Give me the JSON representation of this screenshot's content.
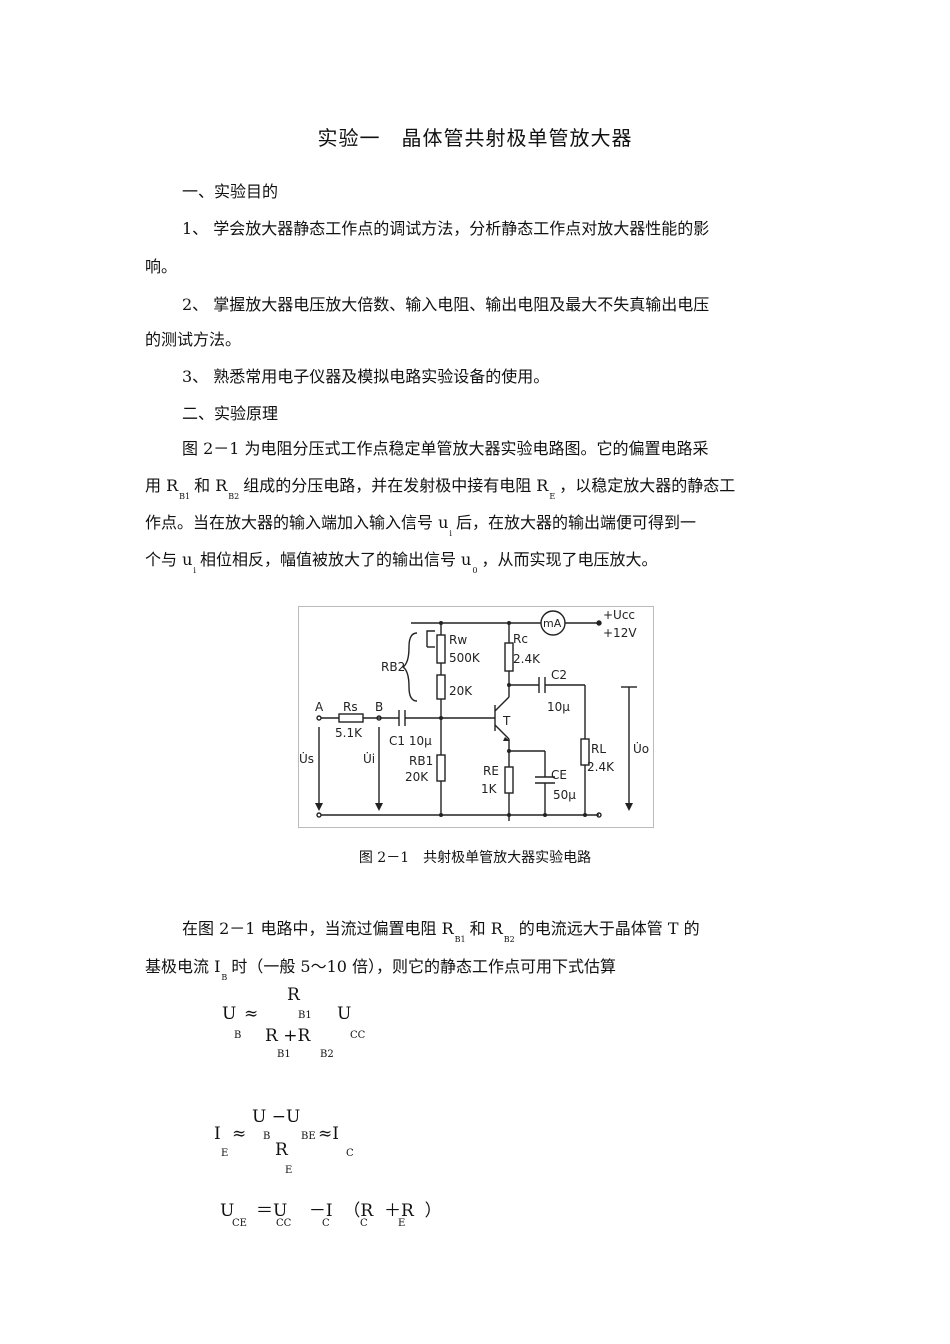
{
  "title": "实验一　晶体管共射极单管放大器",
  "sections": {
    "purpose_heading": "一、实验目的",
    "purpose_1a": "1、 学会放大器静态工作点的调试方法，分析静态工作点对放大器性能的影",
    "purpose_1b": "响。",
    "purpose_2a": "2、 掌握放大器电压放大倍数、输入电阻、输出电阻及最大不失真输出电压",
    "purpose_2b": "的测试方法。",
    "purpose_3": "3、 熟悉常用电子仪器及模拟电路实验设备的使用。",
    "principle_heading": "二、实验原理"
  },
  "para1": {
    "l1": "图 2－1 为电阻分压式工作点稳定单管放大器实验电路图。它的偏置电路采",
    "l2_a": "用 R",
    "l2_s1": "B1",
    "l2_b": "和 R",
    "l2_s2": "B2",
    "l2_c": "组成的分压电路，并在发射极中接有电阻 R",
    "l2_s3": "E",
    "l2_d": "，以稳定放大器的静态工",
    "l3_a": "作点。当在放大器的输入端加入输入信号 u",
    "l3_s1": "i",
    "l3_b": "后，在放大器的输出端便可得到一",
    "l4_a": "个与 u",
    "l4_s1": "i",
    "l4_b": "相位相反，幅值被放大了的输出信号 u",
    "l4_s2": "0",
    "l4_c": "，从而实现了电压放大。"
  },
  "figure": {
    "caption": "图 2－1　共射极单管放大器实验电路",
    "labels": {
      "ucc": "+Ucc",
      "v12": "+12V",
      "ma": "mA",
      "rw": "Rw",
      "rw_val": "500K",
      "rc": "Rc",
      "rc_val": "2.4K",
      "rb2": "RB2",
      "r20k": "20K",
      "c2": "C2",
      "c2_val": "10μ",
      "a": "A",
      "b": "B",
      "rs": "Rs",
      "rs_val": "5.1K",
      "c1": "C1 10μ",
      "t": "T",
      "rl": "RL",
      "rl_val": "2.4K",
      "uo": "U̇o",
      "us": "U̇s",
      "ui": "U̇i",
      "rb1": "RB1",
      "rb1_val": "20K",
      "re": "RE",
      "re_val": "1K",
      "ce": "CE",
      "ce_val": "50μ"
    }
  },
  "para2": {
    "l1_a": "在图 2－1 电路中，当流过偏置电阻 R",
    "l1_s1": "B1",
    "l1_b": "和 R",
    "l1_s2": "B2",
    "l1_c": "的电流远大于晶体管 T 的",
    "l2_a": "基极电流 I",
    "l2_s1": "B",
    "l2_b": "时（一般 5～10 倍），则它的静态工作点可用下式估算"
  },
  "formulas": {
    "f1_num": "R",
    "f1_num_sub": "B1",
    "f1_u": "U",
    "f1_u_sub": "B",
    "f1_approx": "≈",
    "f1_den": "R    +R",
    "f1_den_sub1": "B1",
    "f1_den_sub2": "B2",
    "f1_ucc": "U",
    "f1_ucc_sub": "CC",
    "f2_i": "I",
    "f2_i_sub": "E",
    "f2_approx": "≈",
    "f2_num": "U  −U",
    "f2_num_sub1": "B",
    "f2_num_sub2": "BE",
    "f2_approx2": "≈I",
    "f2_ic_sub": "C",
    "f2_den": "R",
    "f2_den_sub": "E",
    "f3": "U    ＝U    －I  （R  ＋R  ）",
    "f3_s1": "CE",
    "f3_s2": "CC",
    "f3_s3": "C",
    "f3_s4": "C",
    "f3_s5": "E"
  }
}
